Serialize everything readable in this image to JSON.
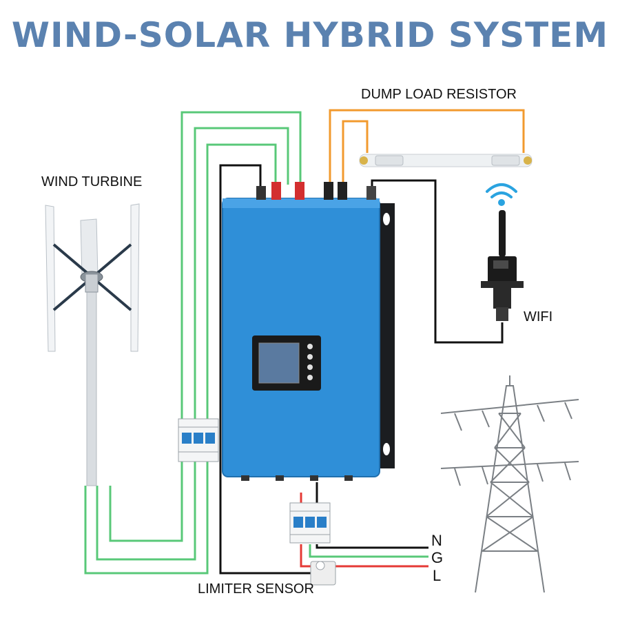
{
  "title": "WIND-SOLAR HYBRID SYSTEM",
  "labels": {
    "dump_load": "DUMP LOAD RESISTOR",
    "wind_turbine": "WIND TURBINE",
    "wifi": "WIFI",
    "limiter_sensor": "LIMITER SENSOR",
    "grid_n": "N",
    "grid_g": "G",
    "grid_l": "L"
  },
  "colors": {
    "title": "#5b82b0",
    "wire_green": "#58c878",
    "wire_orange": "#f29a2e",
    "wire_black": "#111111",
    "wire_red": "#e53935",
    "inverter_body": "#2f8fd8",
    "wifi_signal": "#2aa3e0"
  },
  "icons": [
    "wind-turbine-icon",
    "inverter-icon",
    "dump-load-resistor-icon",
    "wifi-dongle-icon",
    "wifi-signal-icon",
    "circuit-breaker-icon",
    "limiter-sensor-icon",
    "power-tower-icon"
  ]
}
